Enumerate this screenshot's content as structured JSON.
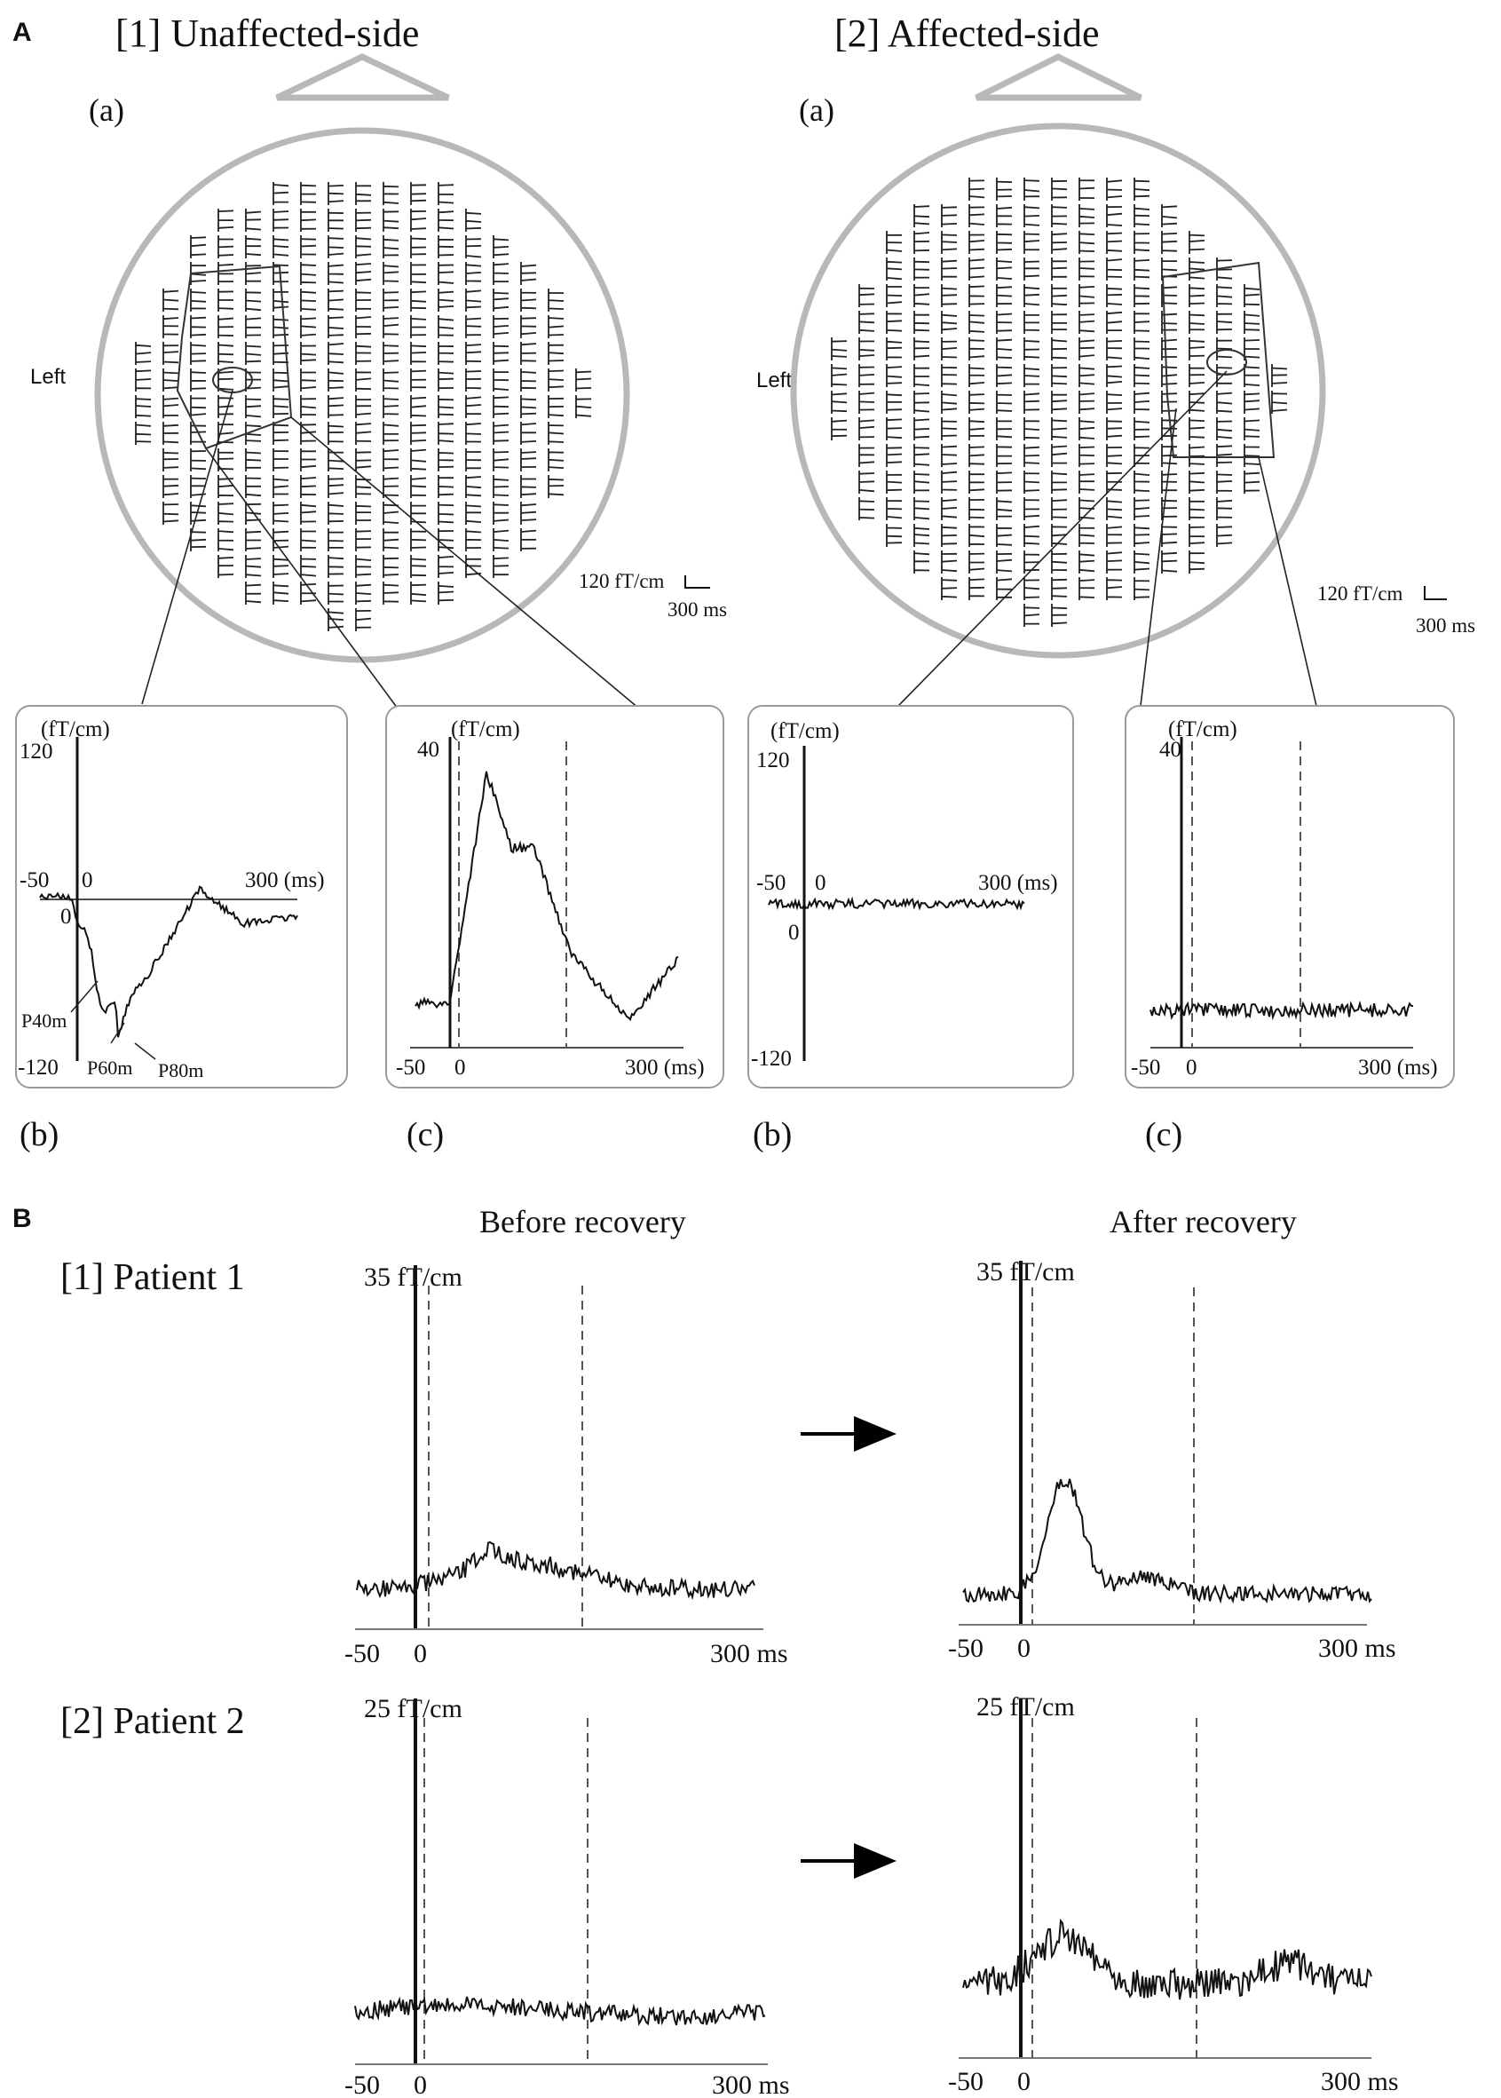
{
  "panels": {
    "A": {
      "letter": "A",
      "sides": [
        {
          "title": "[1] Unaffected-side",
          "sub_a": "(a)",
          "left_label": "Left",
          "scale_amp": "120 fT/cm",
          "scale_time": "300 ms",
          "insets": [
            {
              "sub": "(b)",
              "unit": "(fT/cm)",
              "ytop": "120",
              "ybottom": "-120",
              "xleft": "-50",
              "zero_x": "0",
              "zero_y": "0",
              "xright": "300 (ms)",
              "peaks": [
                "P40m",
                "P60m",
                "P80m"
              ]
            },
            {
              "sub": "(c)",
              "unit": "(fT/cm)",
              "ytop": "40",
              "xleft": "-50",
              "zero_x": "0",
              "xright": "300 (ms)"
            }
          ]
        },
        {
          "title": "[2] Affected-side",
          "sub_a": "(a)",
          "left_label": "Left",
          "scale_amp": "120 fT/cm",
          "scale_time": "300 ms",
          "insets": [
            {
              "sub": "(b)",
              "unit": "(fT/cm)",
              "ytop": "120",
              "ybottom": "-120",
              "xleft": "-50",
              "zero_x": "0",
              "zero_y": "0",
              "xright": "300 (ms)"
            },
            {
              "sub": "(c)",
              "unit": "(fT/cm)",
              "ytop": "40",
              "xleft": "-50",
              "zero_x": "0",
              "xright": "300 (ms)"
            }
          ]
        }
      ]
    },
    "B": {
      "letter": "B",
      "columns": [
        "Before recovery",
        "After recovery"
      ],
      "patients": [
        {
          "label": "[1] Patient 1",
          "before": {
            "scale": "35 fT/cm",
            "xleft": "-50",
            "zero": "0",
            "xright": "300 ms"
          },
          "after": {
            "scale": "35 fT/cm",
            "xleft": "-50",
            "zero": "0",
            "xright": "300 ms"
          }
        },
        {
          "label": "[2] Patient 2",
          "before": {
            "scale": "25 fT/cm",
            "xleft": "-50",
            "zero": "0",
            "xright": "300 ms"
          },
          "after": {
            "scale": "25 fT/cm",
            "xleft": "-50",
            "zero": "0",
            "xright": "300 ms"
          }
        }
      ]
    }
  },
  "colors": {
    "head_outline": "#b8b8b8",
    "inset_border": "#9a9a9a",
    "trace": "#111111",
    "dashed": "#555555"
  }
}
